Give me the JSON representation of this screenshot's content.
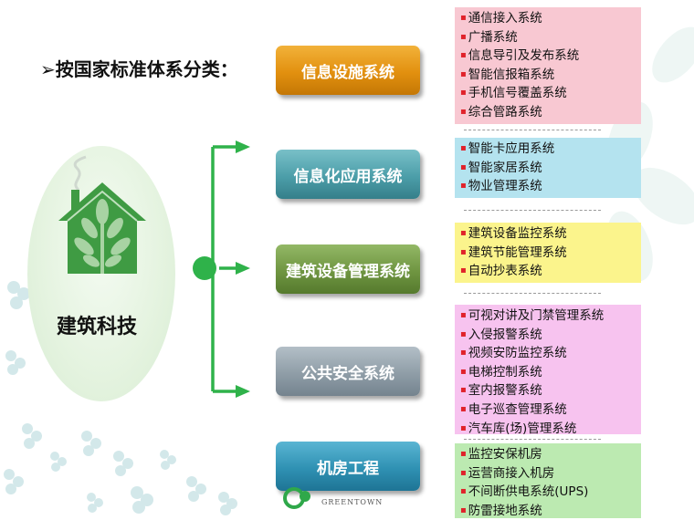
{
  "heading": "➢按国家标准体系分类：",
  "center_label": "建筑科技",
  "watermark_text": "GREENTOWN",
  "colors": {
    "green_connector": "#2fb24a",
    "house_green": "#3f9b43",
    "orange": "#e89a15",
    "teal": "#4c9ea9",
    "olive": "#6f9541",
    "gray": "#8f9da7",
    "blue": "#2f91b3",
    "panel_pink": "#f8c8d2",
    "panel_cyan": "#b4e3ef",
    "panel_yellow": "#fbf48c",
    "panel_magenta": "#f7c3ef",
    "panel_green": "#bceab1",
    "bullet_red": "#e0222a"
  },
  "categories": [
    {
      "label": "信息设施系统",
      "items": [
        "通信接入系统",
        "广播系统",
        "信息导引及发布系统",
        "智能信报箱系统",
        "手机信号覆盖系统",
        "综合管路系统"
      ]
    },
    {
      "label": "信息化应用系统",
      "items": [
        "智能卡应用系统",
        "智能家居系统",
        "物业管理系统"
      ]
    },
    {
      "label": "建筑设备管理系统",
      "items": [
        "建筑设备监控系统",
        "建筑节能管理系统",
        "自动抄表系统"
      ]
    },
    {
      "label": "公共安全系统",
      "items": [
        "可视对讲及门禁管理系统",
        "入侵报警系统",
        "视频安防监控系统",
        "电梯控制系统",
        "室内报警系统",
        "电子巡查管理系统",
        "汽车库(场)管理系统"
      ]
    },
    {
      "label": "机房工程",
      "items": [
        "监控安保机房",
        "运营商接入机房",
        "不间断供电系统(UPS)",
        "防雷接地系统"
      ]
    }
  ]
}
